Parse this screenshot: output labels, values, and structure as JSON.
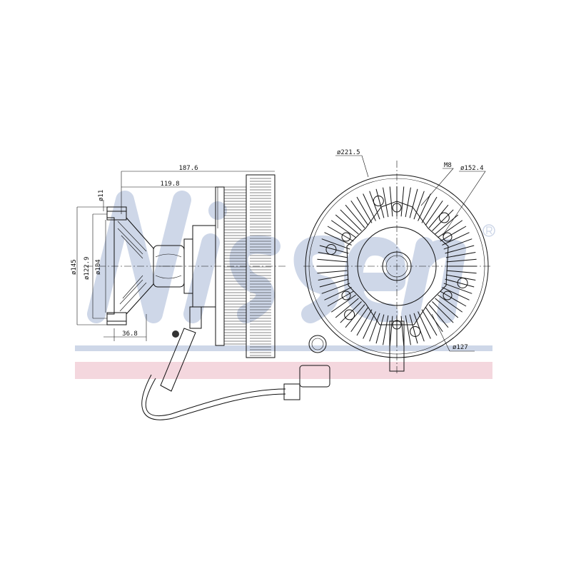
{
  "watermark": {
    "brand": "Nissens",
    "registered": "®",
    "blue": "#c9d3e6",
    "pink": "#f3d3da"
  },
  "side_view": {
    "overall_length": "187.6",
    "hub_length": "119.8",
    "bolt_hole_dia": "ø11",
    "flange_outer_dia": "ø145",
    "bolt_circle_dia": "ø122.9",
    "pilot_dia": "ø104",
    "flange_depth": "36.8"
  },
  "front_view": {
    "fan_dia": "ø221.5",
    "thread": "M8",
    "outer_bolt_circle": "ø152.4",
    "inner_bolt_circle": "ø127"
  }
}
